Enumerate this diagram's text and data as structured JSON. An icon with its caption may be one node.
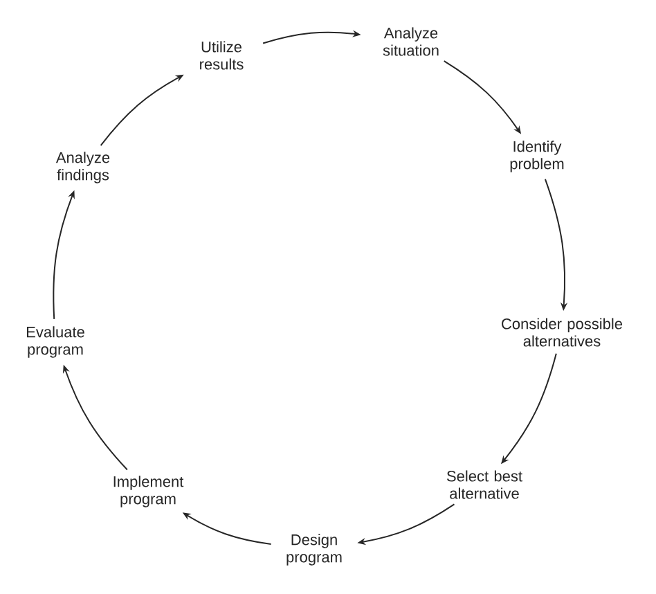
{
  "diagram": {
    "nodes": [
      {
        "text": [
          "Utilize results"
        ]
      },
      {
        "text": [
          "Analyze situation"
        ]
      },
      {
        "text": [
          "Identify problem"
        ]
      },
      {
        "text": [
          "Consider possible alternatives"
        ]
      },
      {
        "text": [
          "Select best alternative"
        ]
      },
      {
        "text": [
          "Design program"
        ]
      },
      {
        "text": [
          "Implement program"
        ]
      },
      {
        "text": [
          "Evaluate program"
        ]
      },
      {
        "text": [
          "Analyze findings"
        ]
      }
    ],
    "edges": [
      {
        "from": 0,
        "to": 1,
        "arrow": "to"
      },
      {
        "from": 1,
        "to": 2,
        "arrow": "to"
      },
      {
        "from": 2,
        "to": 3,
        "arrow": "to"
      },
      {
        "from": 3,
        "to": 4,
        "arrow": "to"
      },
      {
        "from": 4,
        "to": 5,
        "arrow": "to"
      },
      {
        "from": 5,
        "to": 6,
        "arrow": "to"
      },
      {
        "from": 6,
        "to": 7,
        "arrow": "to"
      },
      {
        "from": 7,
        "to": 8,
        "arrow": "to"
      },
      {
        "from": 8,
        "to": 0,
        "arrow": "to"
      }
    ]
  }
}
